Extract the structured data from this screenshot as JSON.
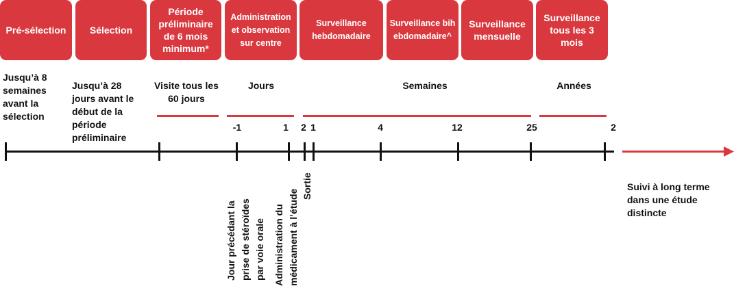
{
  "phases": [
    {
      "label": "Pré-sélection"
    },
    {
      "label": "Sélection"
    },
    {
      "label": "Période préliminaire de 6 mois minimum*"
    },
    {
      "label": "Administration et observation sur centre"
    },
    {
      "label": "Surveillance hebdomadaire"
    },
    {
      "label": "Surveillance bihebdomadaire^"
    },
    {
      "label": "Surveillance mensuelle"
    },
    {
      "label": "Surveillance tous les 3 mois"
    }
  ],
  "descriptions": {
    "preselection": "Jusqu’à 8 semaines avant la sélection",
    "selection": "Jusqu’à 28 jours avant le début de la période préliminaire",
    "preliminary": "Visite tous les 60 jours",
    "days": "Jours",
    "weeks": "Semaines",
    "years": "Années"
  },
  "ticks": [
    "-1",
    "1",
    "2",
    "1",
    "4",
    "12",
    "25",
    "2"
  ],
  "events": {
    "day_before": "Jour précédant la prise de stéroïdes par voie orale",
    "administration": "Administration du médicament à l’étude",
    "exit": "Sortie"
  },
  "followup": "Suivi à long terme dans une étude distincte",
  "colors": {
    "accent": "#d9383f",
    "axis": "#111111"
  }
}
